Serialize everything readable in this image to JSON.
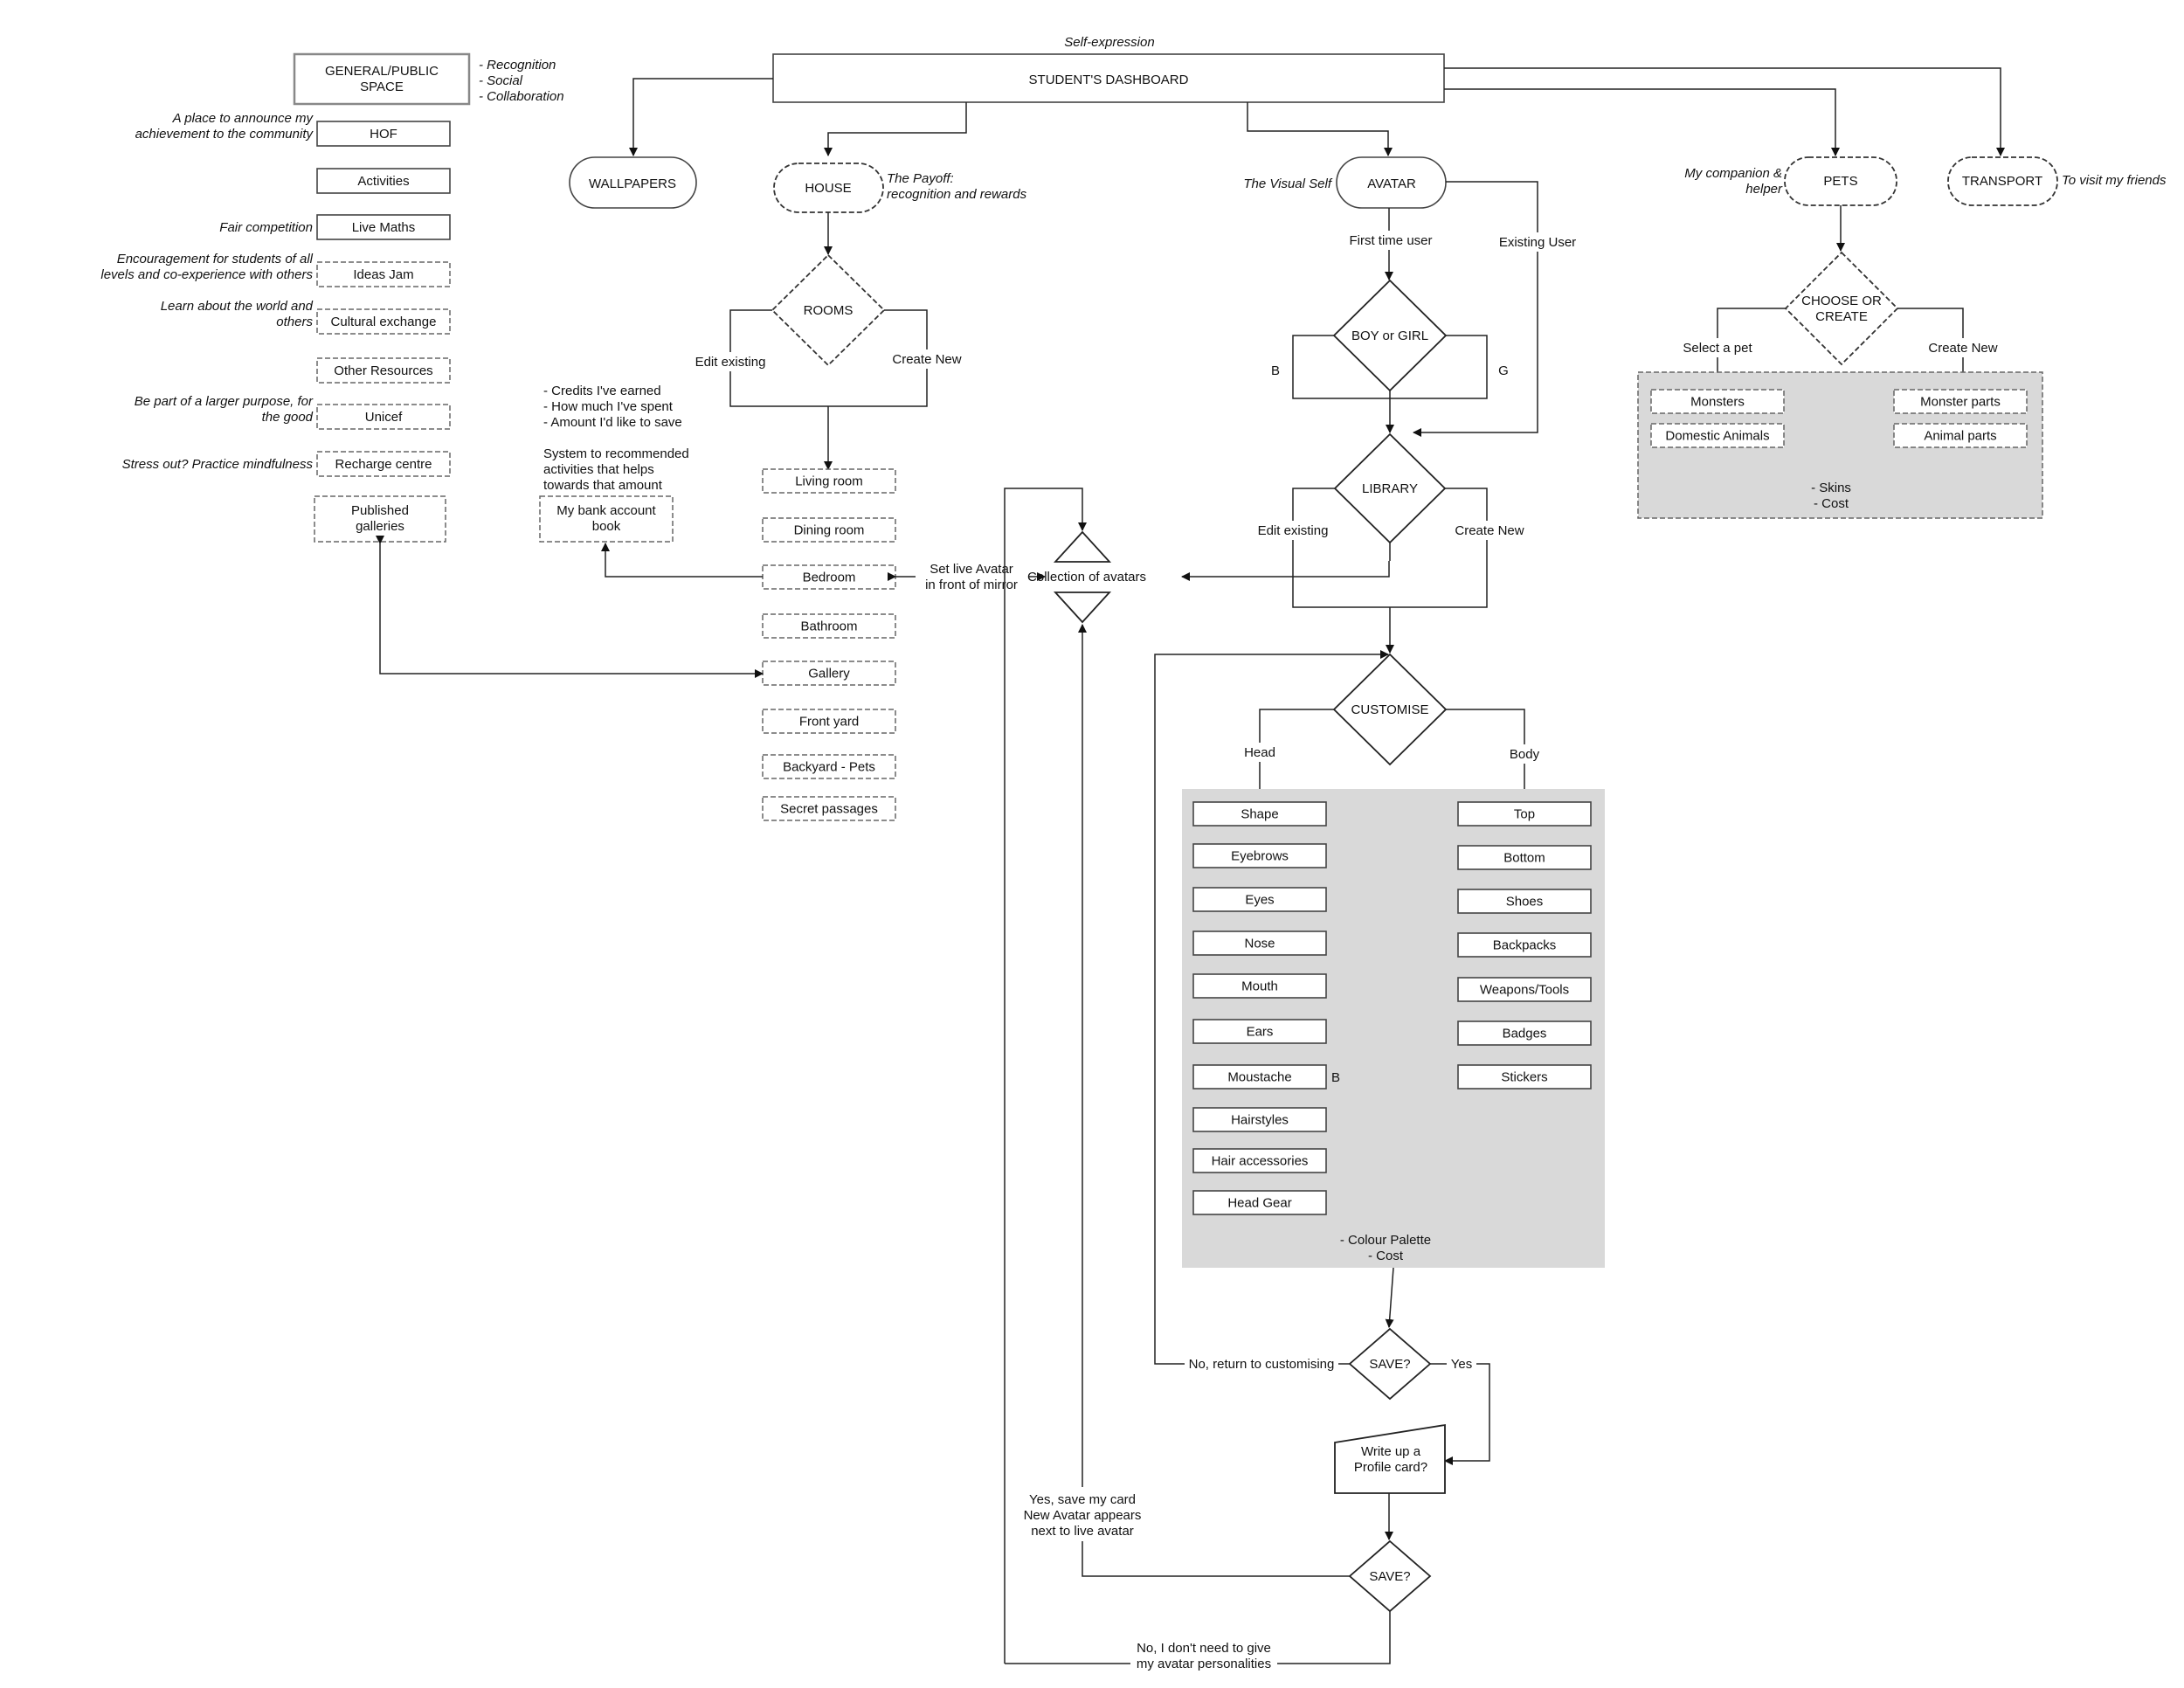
{
  "header": {
    "self_expression": "Self-expression",
    "dashboard": "STUDENT'S DASHBOARD"
  },
  "general": {
    "title_line1": "GENERAL/PUBLIC",
    "title_line2": "SPACE",
    "notes": [
      "- Recognition",
      "- Social",
      "- Collaboration"
    ],
    "items": [
      {
        "label": "HOF",
        "note": [
          "A place to announce my",
          "achievement to the community"
        ],
        "dashed": false
      },
      {
        "label": "Activities",
        "note": [],
        "dashed": false
      },
      {
        "label": "Live Maths",
        "note": [
          "Fair competition"
        ],
        "dashed": false
      },
      {
        "label": "Ideas Jam",
        "note": [
          "Encouragement for students of all",
          "levels and co-experience with others"
        ],
        "dashed": true
      },
      {
        "label": "Cultural exchange",
        "note": [
          "Learn about the world and",
          "others"
        ],
        "dashed": true
      },
      {
        "label": "Other Resources",
        "note": [],
        "dashed": true
      },
      {
        "label": "Unicef",
        "note": [
          "Be part of a larger purpose, for",
          "the good"
        ],
        "dashed": true
      },
      {
        "label": "Recharge centre",
        "note": [
          "Stress out? Practice mindfulness"
        ],
        "dashed": true
      }
    ],
    "published_line1": "Published",
    "published_line2": "galleries"
  },
  "bank": {
    "credits": [
      "- Credits I've earned",
      "- How much I've spent",
      "- Amount I'd like to save"
    ],
    "system": [
      " System to recommended",
      "activities that helps",
      "towards that amount"
    ],
    "box_line1": "My bank account",
    "box_line2": "book"
  },
  "wallpapers": "WALLPAPERS",
  "house": {
    "label": "HOUSE",
    "payoff_line1": "The Payoff:",
    "payoff_line2": "recognition and rewards",
    "rooms": "ROOMS",
    "edit_existing": "Edit existing",
    "create_new": "Create New",
    "room_items": [
      "Living room",
      "Dining room",
      "Bedroom",
      "Bathroom",
      "Gallery",
      "Front yard",
      "Backyard - Pets",
      "Secret passages"
    ],
    "set_live_line1": "Set live Avatar",
    "set_live_line2": "in front of mirror"
  },
  "collection": "Collection of avatars",
  "avatar": {
    "visual_self": "The Visual Self",
    "label": "AVATAR",
    "first_time": "First time user",
    "existing_user": "Existing User",
    "boy_or_girl": "BOY or GIRL",
    "b": "B",
    "g": "G",
    "library": "LIBRARY",
    "edit_existing": "Edit existing",
    "create_new": "Create New",
    "customise": "CUSTOMISE",
    "head": "Head",
    "body": "Body",
    "head_items": [
      "Shape",
      "Eyebrows",
      "Eyes",
      "Nose",
      "Mouth",
      "Ears",
      "Moustache",
      "Hairstyles",
      "Hair accessories",
      "Head Gear"
    ],
    "moustache_mark": "B",
    "body_items": [
      "Top",
      "Bottom",
      "Shoes",
      "Backpacks",
      "Weapons/Tools",
      "Badges",
      "Stickers"
    ],
    "palette_line1": "- Colour Palette",
    "palette_line2": "- Cost",
    "save": "SAVE?",
    "no_return": "No, return to customising",
    "yes": "Yes",
    "write_line1": "Write up a",
    "write_line2": "Profile card?",
    "save2": "SAVE?",
    "yes_save": [
      "Yes, save my card",
      "New Avatar appears",
      "next to live avatar"
    ],
    "no_need": [
      "No, I don't need to give",
      "my avatar personalities"
    ]
  },
  "pets": {
    "companion_line1": "My companion &",
    "companion_line2": "helper",
    "label": "PETS",
    "choose_line1": "CHOOSE OR",
    "choose_line2": "CREATE",
    "select": "Select a pet",
    "create_new": "Create New",
    "left_items": [
      "Monsters",
      "Domestic Animals"
    ],
    "right_items": [
      "Monster parts",
      "Animal parts"
    ],
    "skins": "- Skins",
    "cost": "- Cost"
  },
  "transport": {
    "label": "TRANSPORT",
    "note": "To visit my friends"
  }
}
